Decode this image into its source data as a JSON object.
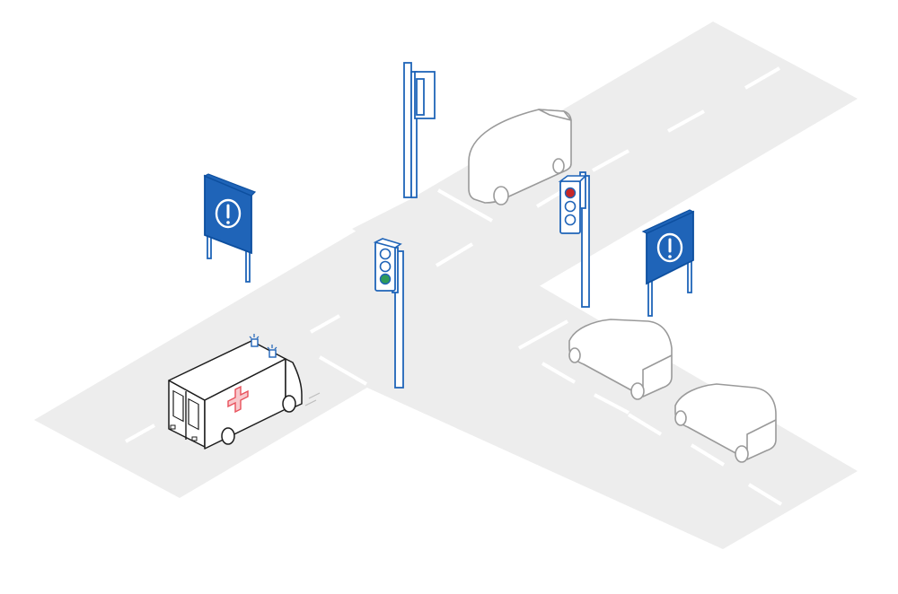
{
  "scene": {
    "description_label": "",
    "colors": {
      "road": "#ededed",
      "lane_marking": "#ffffff",
      "sign_blue": "#1f64b8",
      "ghost_vehicle": "#9a9a9a",
      "ambulance_outline": "#1c1c1c",
      "red_cross": "#e8505b",
      "red_light": "#c62828",
      "green_light": "#2e9b5a"
    },
    "icons": {
      "warning_sign": "exclamation-circle-icon",
      "traffic_light": "traffic-light-icon",
      "ambulance": "ambulance-icon",
      "car": "car-icon",
      "van": "van-icon"
    },
    "traffic_lights": [
      {
        "id": "left",
        "active": "green"
      },
      {
        "id": "right",
        "active": "red"
      }
    ]
  }
}
